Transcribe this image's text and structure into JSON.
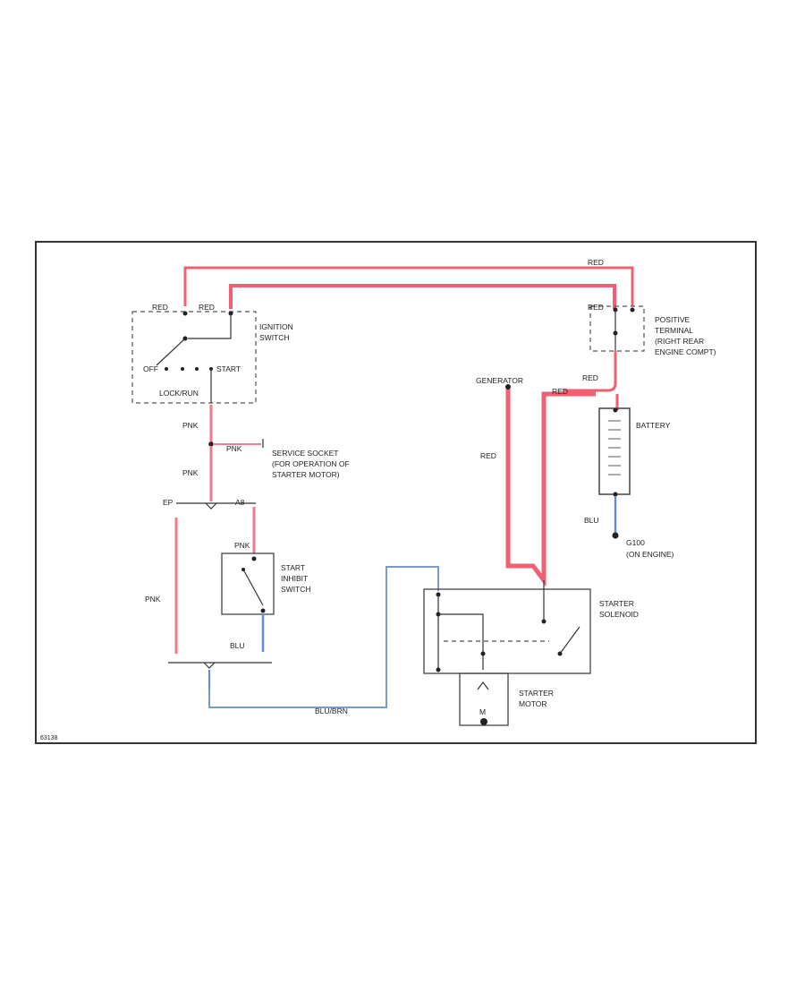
{
  "colors": {
    "red_wire": "#f06070",
    "blue_wire": "#6688dd",
    "bluish_wire": "#7a9acc",
    "pink_wire": "#f07a8a",
    "frame": "#333333"
  },
  "labels": {
    "red_top": "RED",
    "ign_red_a": "RED",
    "ign_red_b": "RED",
    "ignition_switch_1": "IGNITION",
    "ignition_switch_2": "SWITCH",
    "off": "OFF",
    "start": "START",
    "lock_run": "LOCK/RUN",
    "pos_red": "RED",
    "positive_terminal_1": "POSITIVE",
    "positive_terminal_2": "TERMINAL",
    "positive_terminal_3": "(RIGHT REAR",
    "positive_terminal_4": "ENGINE COMPT)",
    "generator": "GENERATOR",
    "red_right": "RED",
    "red_mid": "RED",
    "red_vertical": "RED",
    "battery": "BATTERY",
    "pnk_1": "PNK",
    "pnk_service": "PNK",
    "service_socket_1": "SERVICE SOCKET",
    "service_socket_2": "(FOR OPERATION OF",
    "service_socket_3": "STARTER MOTOR)",
    "pnk_2": "PNK",
    "connector_left": "EP",
    "connector_right": "A8",
    "blu_battery": "BLU",
    "g100_1": "G100",
    "g100_2": "(ON ENGINE)",
    "pnk_inhibit": "PNK",
    "start_inhibit_1": "START",
    "start_inhibit_2": "INHIBIT",
    "start_inhibit_3": "SWITCH",
    "pnk_left": "PNK",
    "starter_solenoid_1": "STARTER",
    "starter_solenoid_2": "SOLENOID",
    "blu_bottom": "BLU",
    "starter_motor_1": "STARTER",
    "starter_motor_2": "MOTOR",
    "blu_brn": "BLU/BRN",
    "motor_m": "M",
    "corner_code": "63138"
  }
}
